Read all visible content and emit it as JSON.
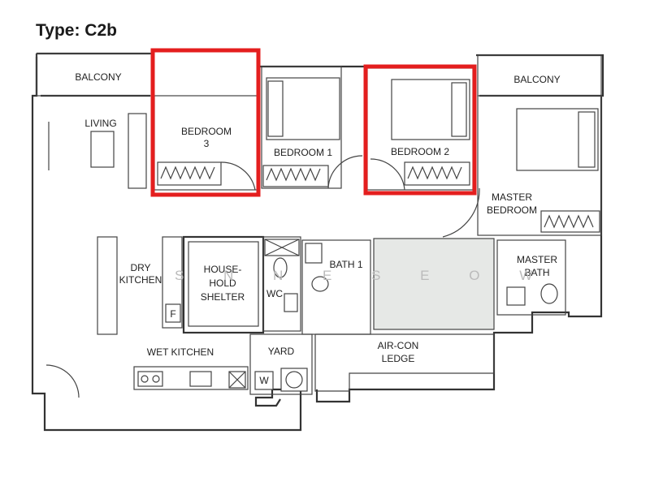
{
  "plan_title": "Type: C2b",
  "watermark": "S N N E   S E O W",
  "rooms": {
    "balcony_left": "BALCONY",
    "balcony_right": "BALCONY",
    "living": "LIVING",
    "bedroom3_line1": "BEDROOM",
    "bedroom3_line2": "3",
    "bedroom1": "BEDROOM 1",
    "bedroom2": "BEDROOM 2",
    "master_bedroom_line1": "MASTER",
    "master_bedroom_line2": "BEDROOM",
    "dry_kitchen_line1": "DRY",
    "dry_kitchen_line2": "KITCHEN",
    "shelter_line1": "HOUSE-",
    "shelter_line2": "HOLD",
    "shelter_line3": "SHELTER",
    "wc": "WC",
    "bath1": "BATH 1",
    "master_bath_line1": "MASTER",
    "master_bath_line2": "BATH",
    "wet_kitchen": "WET KITCHEN",
    "yard": "YARD",
    "aircon_line1": "AIR-CON",
    "aircon_line2": "LEDGE",
    "fridge": "F",
    "washer": "W"
  },
  "colors": {
    "highlight": "#e41e1e",
    "wall": "#333333",
    "ledge_fill": "#e6e8e6"
  }
}
